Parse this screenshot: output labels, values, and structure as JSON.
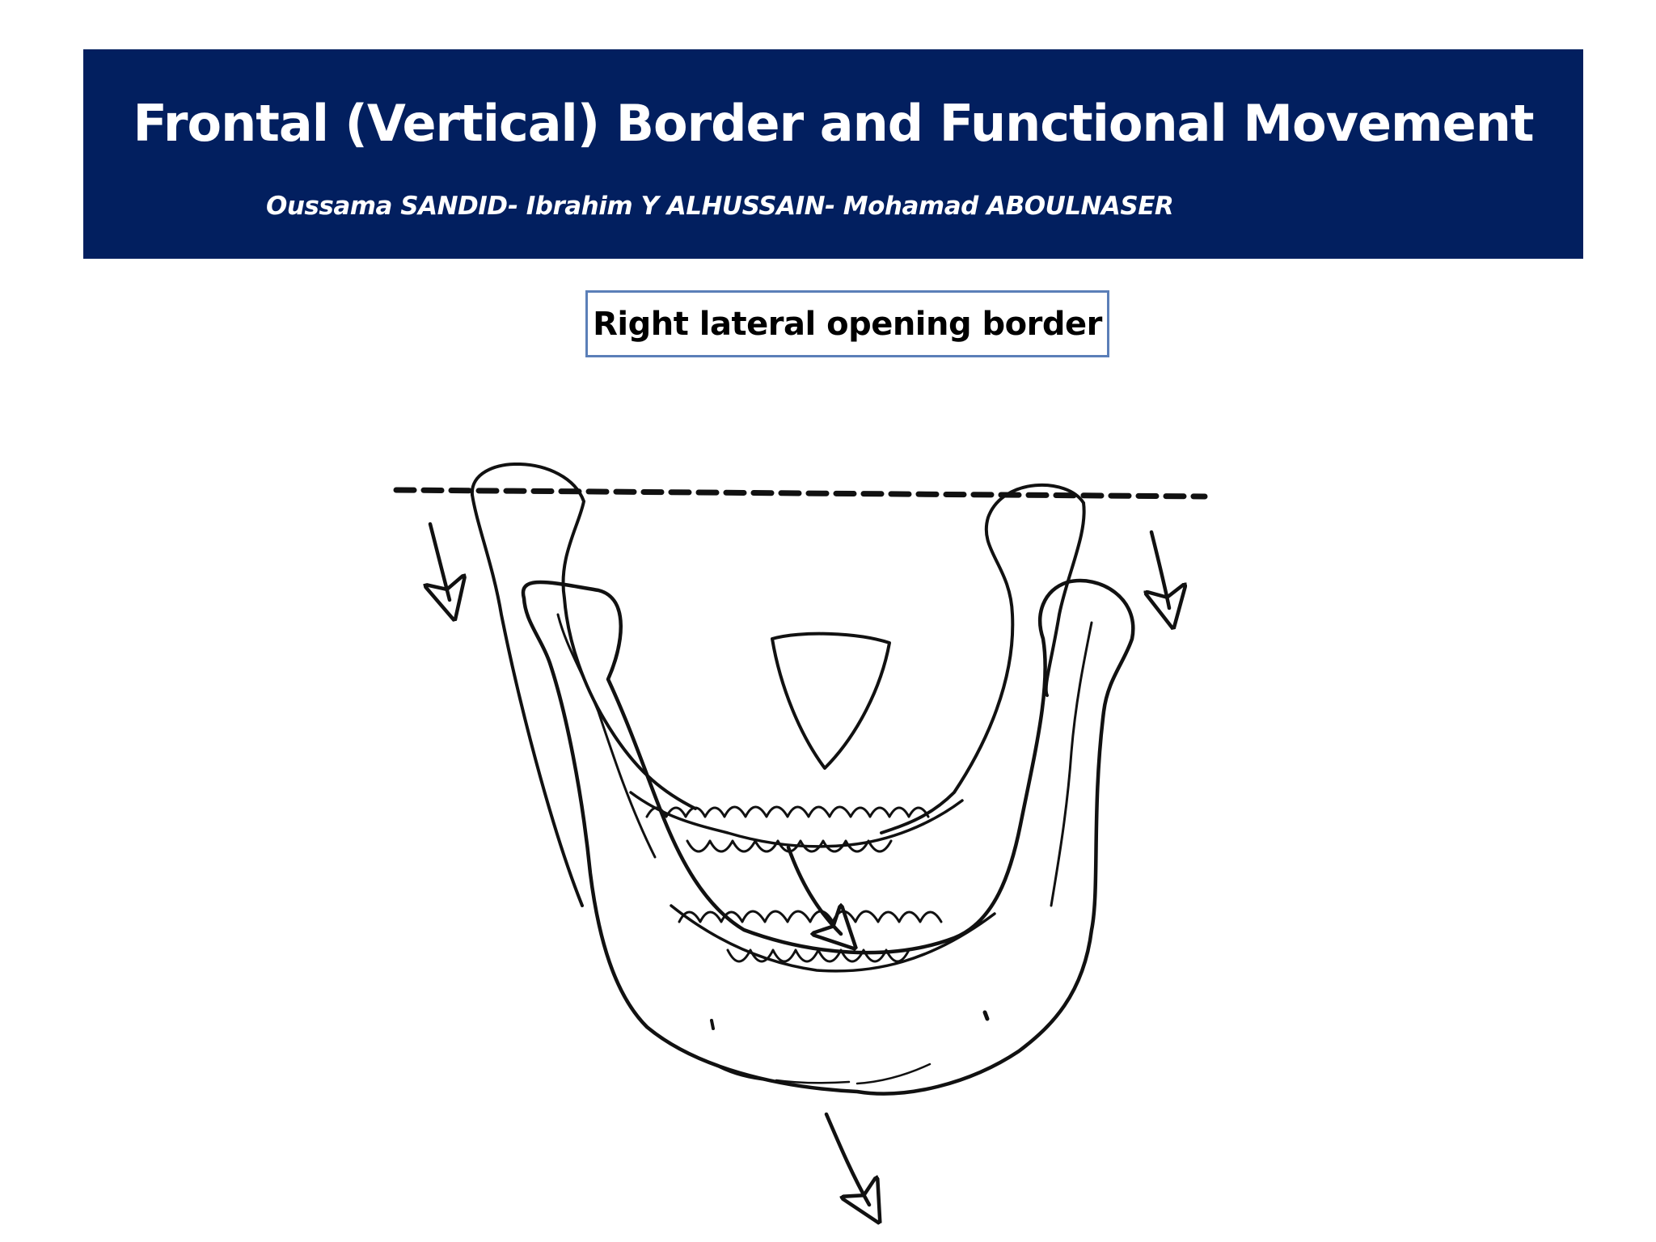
{
  "slide": {
    "title": "Frontal (Vertical) Border and Functional Movement",
    "authors": "Oussama SANDID- Ibrahim Y ALHUSSAIN- Mohamad ABOULNASER"
  },
  "diagram": {
    "label": "Right lateral opening border"
  },
  "colors": {
    "banner": "#021f5f",
    "banner_text": "#ffffff",
    "label_border": "#5b7fb8",
    "line": "#111111"
  }
}
